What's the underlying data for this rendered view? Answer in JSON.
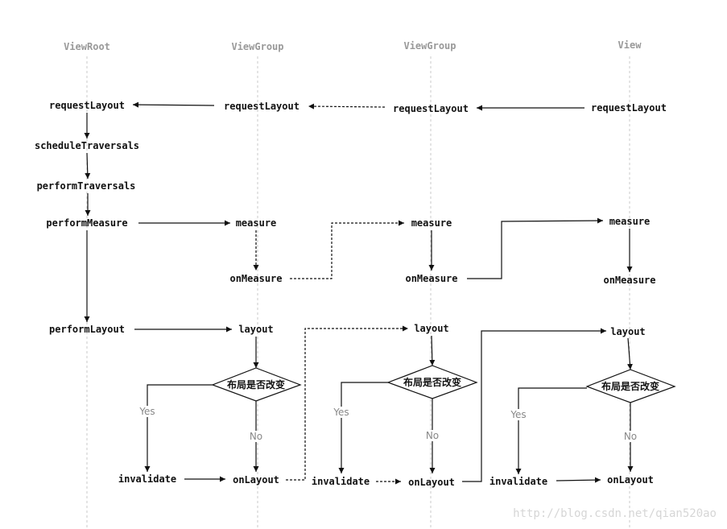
{
  "lanes": [
    "ViewRoot",
    "ViewGroup",
    "ViewGroup",
    "View"
  ],
  "nodes": {
    "requestLayout": "requestLayout",
    "scheduleTraversals": "scheduleTraversals",
    "performTraversals": "performTraversals",
    "performMeasure": "performMeasure",
    "performLayout": "performLayout",
    "measure": "measure",
    "onMeasure": "onMeasure",
    "layout": "layout",
    "invalidate": "invalidate",
    "onLayout": "onLayout"
  },
  "decision": "布局是否改变",
  "branches": {
    "yes": "Yes",
    "no": "No"
  },
  "watermark": "http://blog.csdn.net/qian520ao"
}
